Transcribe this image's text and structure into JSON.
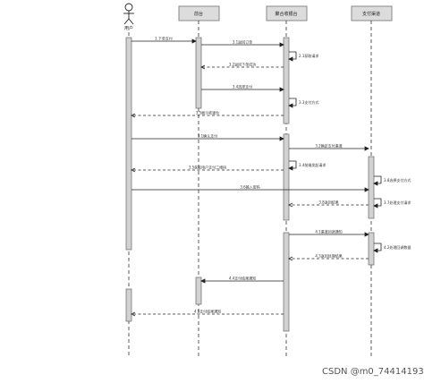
{
  "participants": [
    {
      "id": "user",
      "label": "用户"
    },
    {
      "id": "frontend",
      "label": "前台"
    },
    {
      "id": "aggregator",
      "label": "聚合收银台"
    },
    {
      "id": "channel",
      "label": "支付渠道"
    }
  ],
  "messages": [
    {
      "label": "1.下单支付",
      "from": "user",
      "to": "frontend"
    },
    {
      "label": "2.1获取请求",
      "from": "aggregator",
      "to": "aggregator"
    },
    {
      "label": "3.1返回订单",
      "from": "frontend",
      "to": "aggregator"
    },
    {
      "label": "3.2返回下单成功",
      "from": "aggregator",
      "to": "frontend"
    },
    {
      "label": "3.4选择支付",
      "from": "frontend",
      "to": "aggregator"
    },
    {
      "label": "3.3支付方式",
      "from": "aggregator",
      "to": "aggregator"
    },
    {
      "label": "3.5展示收银台",
      "from": "aggregator",
      "to": "user"
    },
    {
      "label": "3.1确认支付",
      "from": "user",
      "to": "aggregator"
    },
    {
      "label": "3.2确定支付渠道",
      "from": "aggregator",
      "to": "channel"
    },
    {
      "label": "3.4前端发起请求",
      "from": "aggregator",
      "to": "aggregator"
    },
    {
      "label": "3.5获取用户支付二维码",
      "from": "aggregator",
      "to": "user"
    },
    {
      "label": "3.8选择支付方式",
      "from": "channel",
      "to": "channel"
    },
    {
      "label": "3.6输入密码",
      "from": "user",
      "to": "channel"
    },
    {
      "label": "3.7处理支付请求",
      "from": "channel",
      "to": "channel"
    },
    {
      "label": "3.8返回结果",
      "from": "channel",
      "to": "aggregator"
    },
    {
      "label": "4.1渠道回调通知",
      "from": "aggregator",
      "to": "channel"
    },
    {
      "label": "4.2处理回调数据",
      "from": "channel",
      "to": "channel"
    },
    {
      "label": "4.3返回处理结果",
      "from": "channel",
      "to": "aggregator"
    },
    {
      "label": "4.4支付结果通知",
      "from": "aggregator",
      "to": "frontend"
    },
    {
      "label": "4.5支付结果通知",
      "from": "aggregator",
      "to": "user"
    }
  ],
  "watermark": "CSDN @m0_74414193",
  "colors": {
    "header_fill": "#dcdcdc",
    "activation_fill": "#d2d2d2",
    "line": "#222222"
  }
}
